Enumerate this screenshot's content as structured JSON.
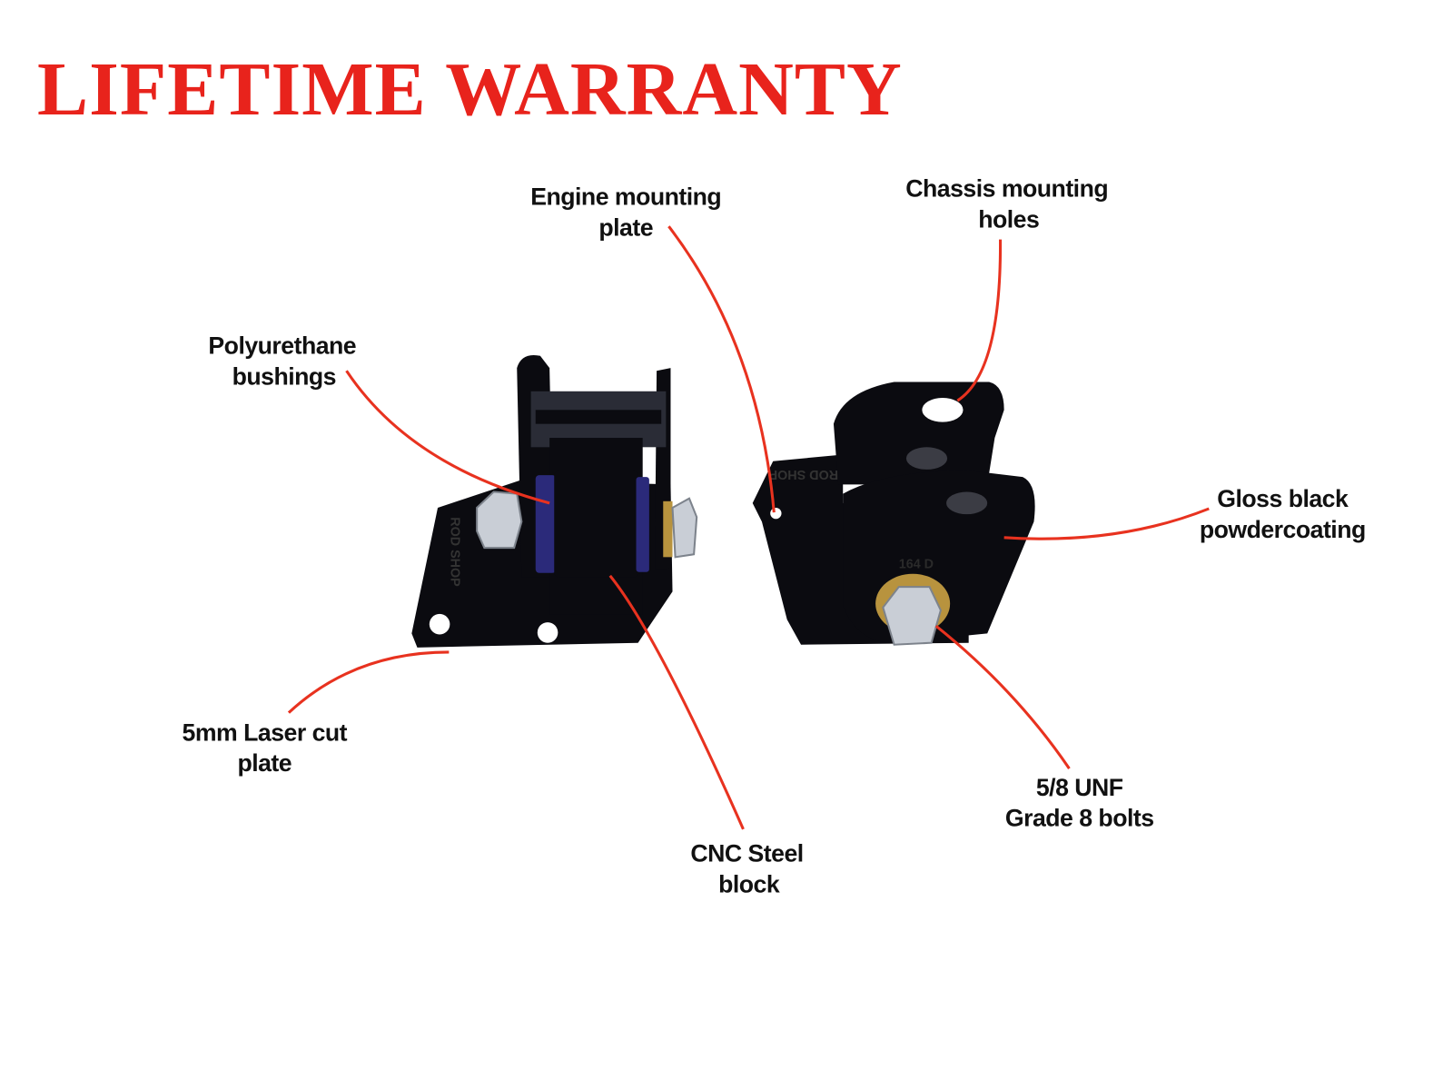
{
  "title": "LIFETIME WARRANTY",
  "callouts": {
    "engine_plate": [
      "Engine  mounting",
      "plate"
    ],
    "chassis_holes": [
      "Chassis mounting",
      "holes"
    ],
    "bushings": [
      "Polyurethane",
      "bushings"
    ],
    "powdercoat": [
      "Gloss black",
      "powdercoating"
    ],
    "laser_plate": [
      "5mm Laser cut",
      "plate"
    ],
    "steel_block": [
      "CNC Steel",
      "block"
    ],
    "bolts": [
      "5/8 UNF",
      "Grade 8 bolts"
    ]
  },
  "engravings": {
    "brand": "ROD SHOP",
    "part_no": "164 D"
  },
  "colors": {
    "accent": "#e8231c",
    "leader": "#e8321f"
  }
}
